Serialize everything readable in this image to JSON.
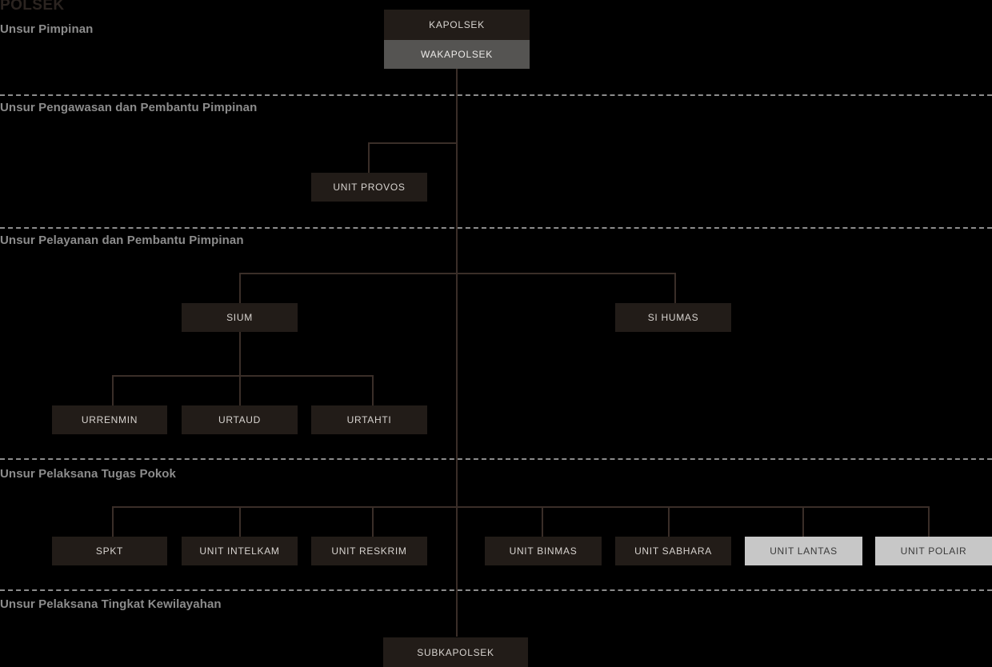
{
  "document": {
    "title": "POLSEK"
  },
  "sections": [
    {
      "label": "Unsur Pimpinan"
    },
    {
      "label": "Unsur Pengawasan dan Pembantu Pimpinan"
    },
    {
      "label": "Unsur Pelayanan dan Pembantu Pimpinan"
    },
    {
      "label": "Unsur Pelaksana Tugas Pokok"
    },
    {
      "label": "Unsur Pelaksana Tingkat Kewilayahan"
    }
  ],
  "nodes": {
    "kapolsek": "KAPOLSEK",
    "wakapolsek": "WAKAPOLSEK",
    "unit_provos": "UNIT PROVOS",
    "sium": "SIUM",
    "si_humas": "SI HUMAS",
    "urrenmin": "URRENMIN",
    "urtaud": "URTAUD",
    "urtahti": "URTAHTI",
    "spkt": "SPKT",
    "unit_intelkam": "UNIT INTELKAM",
    "unit_reskrim": "UNIT RESKRIM",
    "unit_binmas": "UNIT BINMAS",
    "unit_sabhara": "UNIT SABHARA",
    "unit_lantas": "UNIT LANTAS",
    "unit_polair": "UNIT POLAIR",
    "subkapolsek": "SUBKAPOLSEK"
  },
  "colors": {
    "background": "#000000",
    "node_dark": "#221c18",
    "node_gray": "#555452",
    "node_light": "#c7c7c7",
    "connector": "#3a2e28",
    "section_text": "#8c8c8c",
    "title_text": "#2b2420"
  }
}
